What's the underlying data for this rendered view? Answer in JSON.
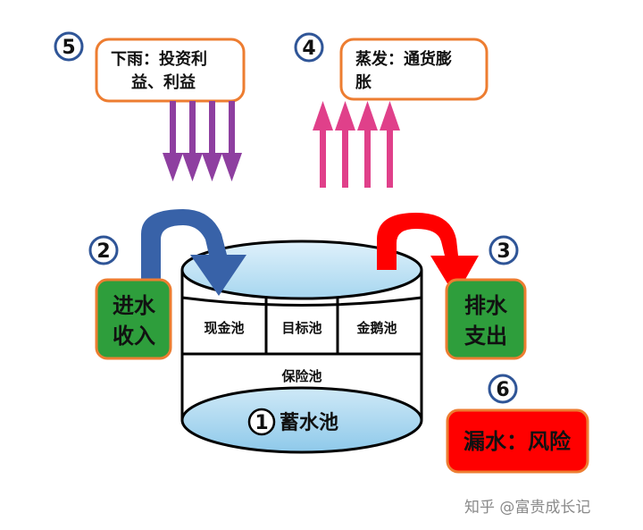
{
  "markers": {
    "n1": "1",
    "n2": "2",
    "n3": "3",
    "n4": "4",
    "n5": "5",
    "n6": "6"
  },
  "rain": {
    "line1": "下雨：投资利",
    "line2": "益、利益"
  },
  "evaporation": {
    "line1": "蒸发：通货膨",
    "line2": "胀"
  },
  "inflow": {
    "line1": "进水",
    "line2": "收入"
  },
  "outflow": {
    "line1": "排水",
    "line2": "支出"
  },
  "leak": {
    "label": "漏水：风险"
  },
  "pool": {
    "cash": "现金池",
    "goal": "目标池",
    "golden_goose": "金鹅池",
    "insurance": "保险池",
    "reservoir": "蓄水池"
  },
  "watermark": "知乎 @富贵成长记",
  "colors": {
    "green_box": "#2e9e3c",
    "red_box": "#ff0000",
    "box_border": "#ed7d31",
    "rain_arrows": "#8e3fa0",
    "evap_arrows": "#e0408a",
    "inflow_arrow": "#3862a8",
    "outflow_arrow": "#ff0000",
    "water": "#a9d8f0",
    "marker_ring": "#2f5597"
  }
}
